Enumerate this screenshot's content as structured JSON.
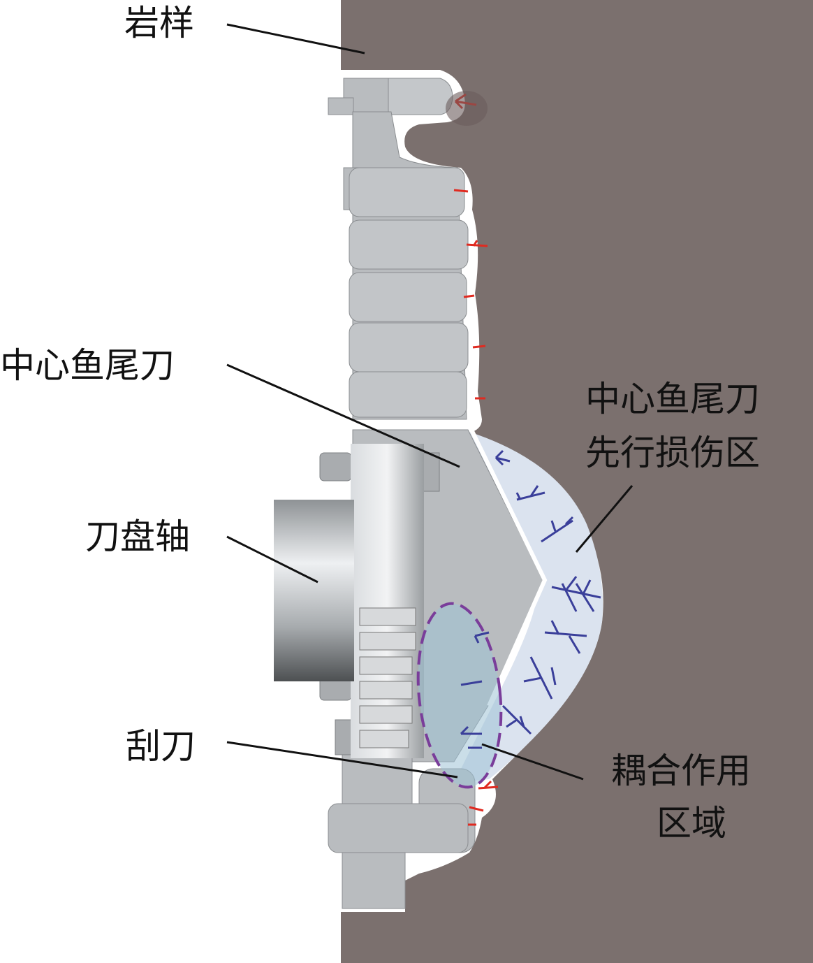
{
  "labels": {
    "rock_sample": "岩样",
    "center_fishtail": "中心鱼尾刀",
    "cutterhead_shaft": "刀盘轴",
    "scraper": "刮刀",
    "damage_zone_line1": "中心鱼尾刀",
    "damage_zone_line2": "先行损伤区",
    "coupling_line1": "耦合作用",
    "coupling_line2": "区域"
  },
  "colors": {
    "rock": "#7b706e",
    "tool": "#b9bcbf",
    "damage_zone": "#dbe3ef",
    "crack_blue": "#3a3f9a",
    "crack_red": "#e02a20",
    "coupling_ellipse": "#7a3d9a"
  }
}
